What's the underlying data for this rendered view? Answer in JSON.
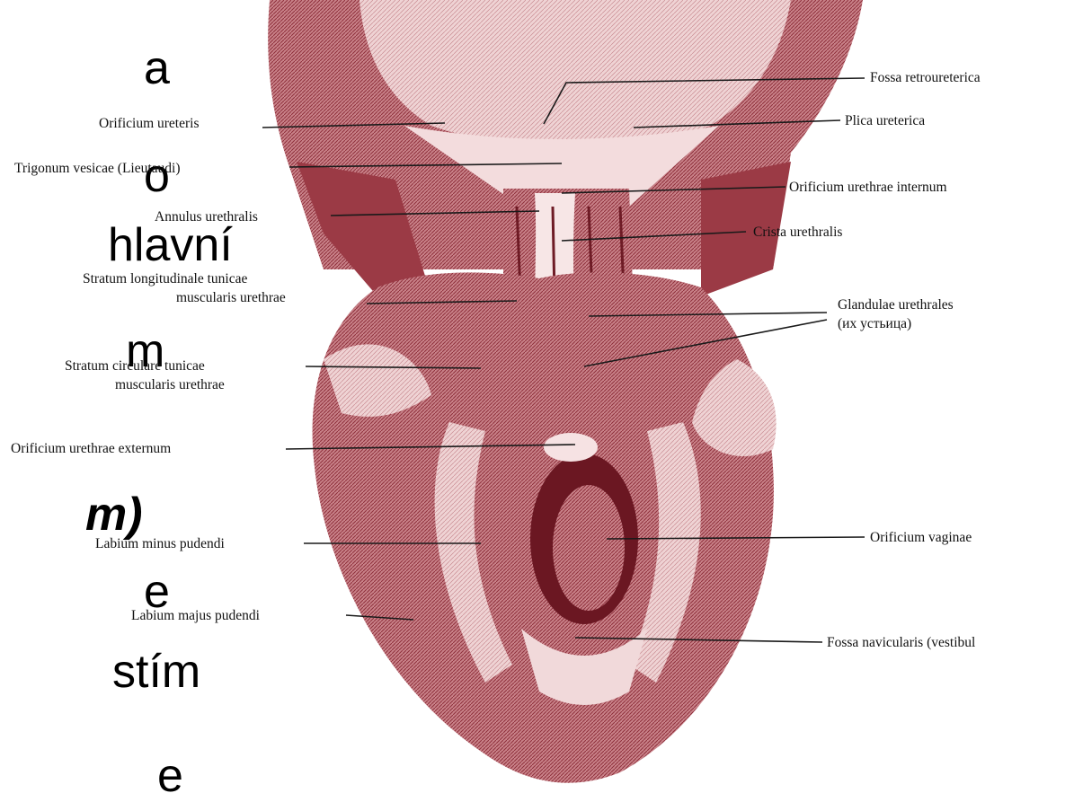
{
  "slide_text_fragments": [
    "a",
    "o",
    "hlavní",
    "m",
    "m)",
    "e",
    "stím",
    "e"
  ],
  "diagram": {
    "colors": {
      "tissue_dark": "#7a1f2b",
      "tissue_mid": "#b04a56",
      "tissue_light": "#e7c2c4",
      "leader": "#1a1a1a"
    },
    "labels": {
      "fossa_retroureterica": "Fossa retroureterica",
      "orificium_ureteris": "Orificium ureteris",
      "plica_ureterica": "Plica ureterica",
      "trigonum_vesicae": "Trigonum vesicae (Lieutaudi)",
      "orificium_urethrae_internum": "Orificium urethrae internum",
      "annulus_urethralis": "Annulus urethralis",
      "crista_urethralis": "Crista urethralis",
      "stratum_longitudinale_1": "Stratum longitudinale tunicae",
      "stratum_longitudinale_2": "muscularis urethrae",
      "glandulae_urethrales_1": "Glandulae urethrales",
      "glandulae_urethrales_2": "(их устьица)",
      "stratum_circulare_1": "Stratum circulare tunicae",
      "stratum_circulare_2": "muscularis urethrae",
      "orificium_urethrae_externum": "Orificium urethrae externum",
      "labium_minus": "Labium minus pudendi",
      "orificium_vaginae": "Orificium vaginae",
      "labium_majus": "Labium majus pudendi",
      "fossa_navicularis": "Fossa navicularis (vestibul"
    }
  }
}
